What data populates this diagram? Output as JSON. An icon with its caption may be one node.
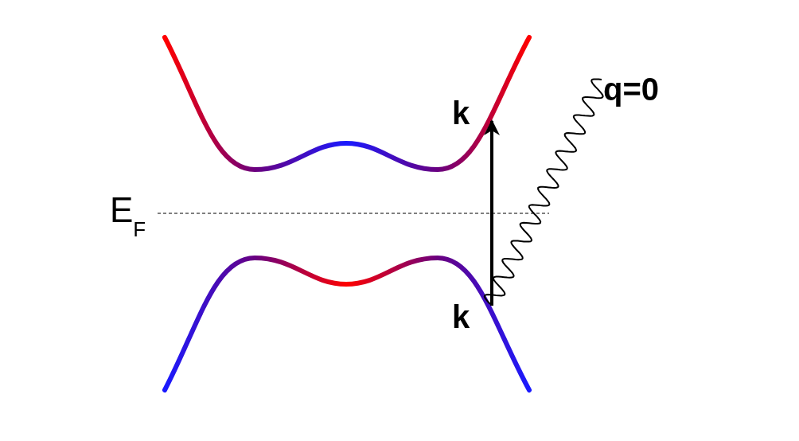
{
  "diagram": {
    "nodes": [
      {
        "text": [
          "k"
        ]
      },
      {
        "text": [
          "k"
        ]
      },
      {
        "text": [
          "q=0"
        ]
      }
    ],
    "edges": [
      {
        "from": 1,
        "to": 0,
        "arrow": "to",
        "style": "thick"
      },
      {
        "from": 2,
        "to": 1,
        "arrow": "none"
      }
    ],
    "labels": [
      "E$_{F}$"
    ]
  }
}
